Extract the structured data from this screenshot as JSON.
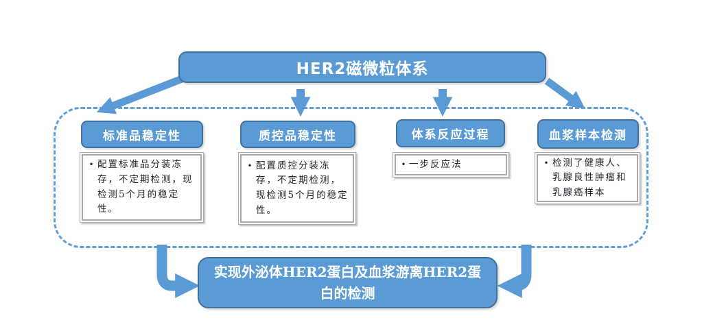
{
  "root": {
    "label": "HER2磁微粒体系"
  },
  "groups": [
    {
      "header": "标准品稳定性",
      "bullets": [
        "配置标准品分装冻存，不定期检测，现检测5个月的稳定性。"
      ]
    },
    {
      "header": "质控品稳定性",
      "bullets": [
        "配置质控分装冻存，不定期检测，现检测5个月的稳定性。"
      ]
    },
    {
      "header": "体系反应过程",
      "bullets": [
        "一步反应法"
      ]
    },
    {
      "header": "血浆样本检测",
      "bullets": [
        "检测了健康人、乳腺良性肿瘤和乳腺癌样本"
      ]
    }
  ],
  "result": {
    "label": "实现外泌体HER2蛋白及血浆游离HER2蛋白的检测"
  },
  "bullet_char": "•",
  "colors": {
    "node_fill": "#5B9BD5",
    "node_border": "#41719C",
    "arrow": "#5B9BD5",
    "dashed_border": "#5F9FD8",
    "frame_gray": "#A9A9A9",
    "body_text": "#24272e",
    "node_text": "#FFFFFF"
  }
}
